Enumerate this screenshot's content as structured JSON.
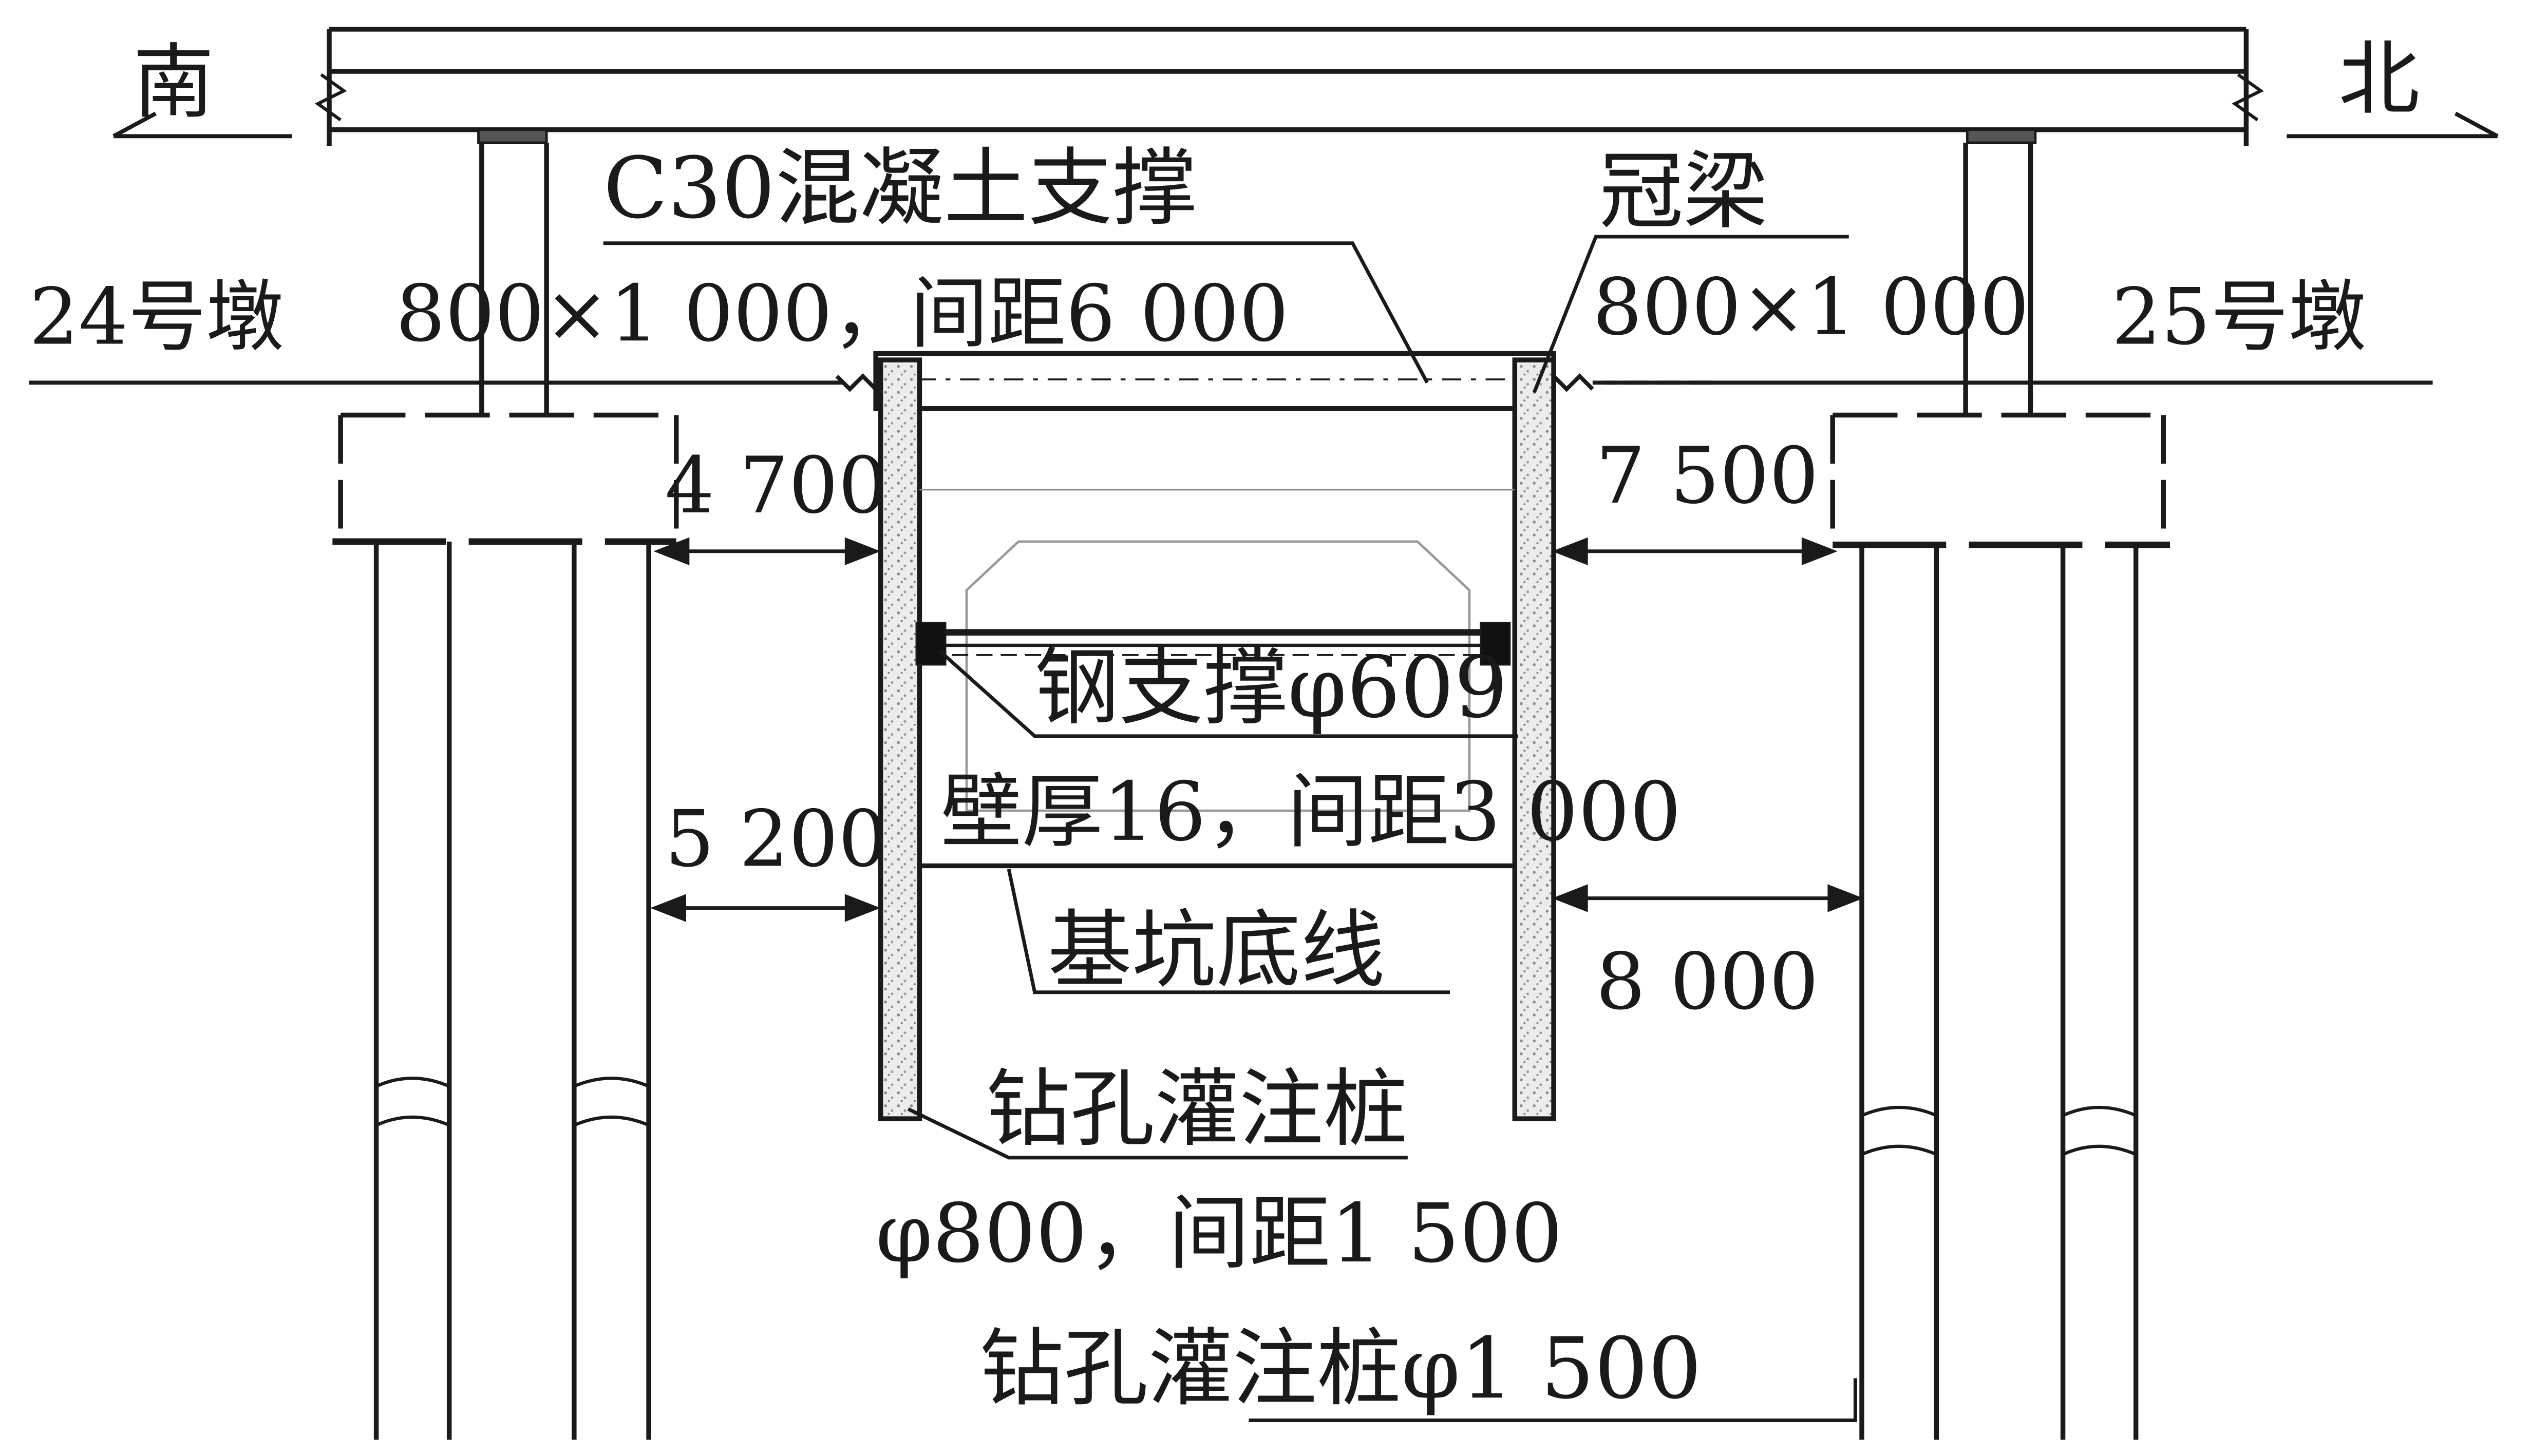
{
  "directions": {
    "south": "南",
    "north": "北"
  },
  "piers": {
    "left": "24号墩",
    "right": "25号墩"
  },
  "labels": {
    "concrete_support_name": "C30混凝土支撑",
    "concrete_support_spec": "800×1 000，间距6 000",
    "crown_beam_name": "冠梁",
    "crown_beam_spec": "800×1 000",
    "steel_support_name": "钢支撑φ609",
    "steel_support_spec": "壁厚16，间距3 000",
    "pit_bottom": "基坑底线",
    "retaining_pile_name": "钻孔灌注桩",
    "retaining_pile_spec": "φ800，间距1 500",
    "pier_pile": "钻孔灌注桩φ1 500"
  },
  "dimensions": {
    "left_upper": "4 700",
    "right_upper": "7 500",
    "left_lower": "5 200",
    "right_lower": "8 000"
  },
  "colors": {
    "line": "#1a1a1a",
    "background": "#ffffff",
    "pile_fill": "#d9d9d9"
  }
}
